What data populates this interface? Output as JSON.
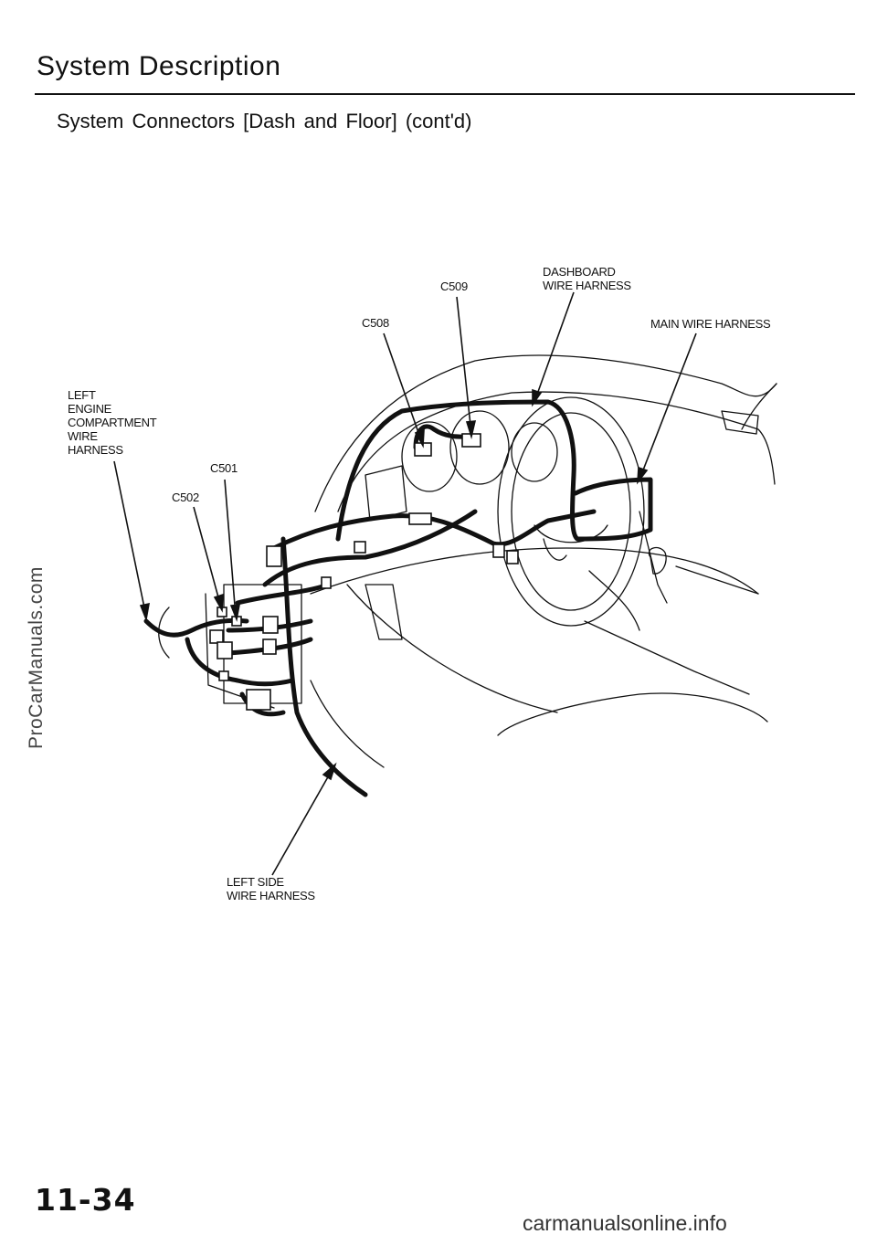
{
  "header": {
    "title": "System Description",
    "subtitle": "System Connectors [Dash and Floor] (cont'd)"
  },
  "callouts": {
    "c509": "C509",
    "dashboard_harness": "DASHBOARD\nWIRE HARNESS",
    "c508": "C508",
    "main_harness": "MAIN WIRE HARNESS",
    "left_engine_harness": "LEFT\nENGINE\nCOMPARTMENT\nWIRE\nHARNESS",
    "c501": "C501",
    "c502": "C502",
    "left_side_harness": "LEFT SIDE\nWIRE HARNESS"
  },
  "footer": {
    "page_number": "11-34",
    "watermark_bottom": "carmanualsonline.info"
  },
  "watermark_side": "ProCarManuals.com"
}
